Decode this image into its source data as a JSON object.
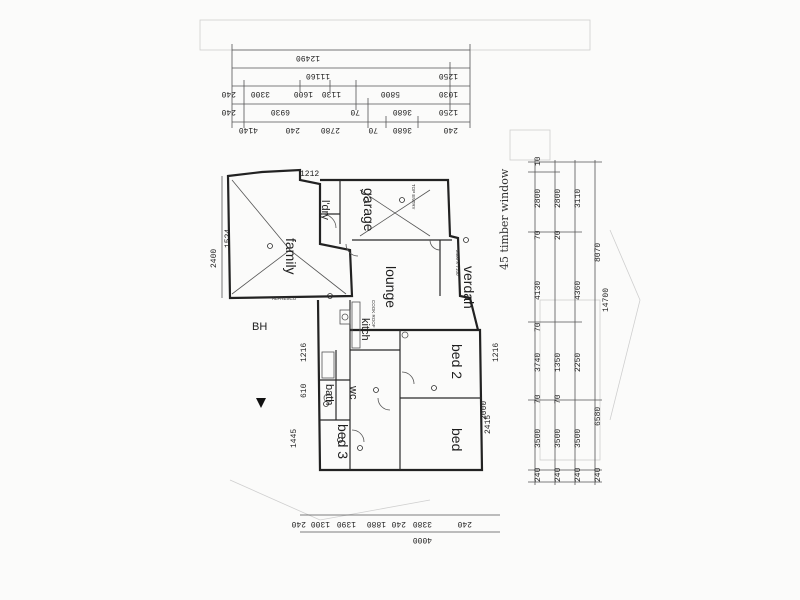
{
  "plan": {
    "rooms": {
      "family": "family",
      "garage": "garage",
      "lounge": "lounge",
      "verandah": "verdah",
      "kitchen": "kitch",
      "bed2": "bed 2",
      "bed3": "bed 3",
      "bed1": "bed",
      "laundry": "l'dry",
      "bath": "bath",
      "wc": "wc"
    },
    "top_dims": {
      "row1": [
        "12490"
      ],
      "row2": [
        "11160",
        "1250"
      ],
      "row3": [
        "240",
        "3300",
        "1600",
        "1130",
        "5800",
        "1030"
      ],
      "row4": [
        "240",
        "6930",
        "70",
        "3680",
        "1250"
      ],
      "row5": [
        "4140",
        "240",
        "2780",
        "70",
        "3680",
        "240"
      ]
    },
    "right_dims": {
      "col1": [
        "10",
        "2800",
        "70",
        "4130",
        "70",
        "3740",
        "70",
        "3500",
        "240"
      ],
      "col2": [
        "2800",
        "20",
        "1350",
        "70",
        "3500",
        "240"
      ],
      "col3": [
        "3110",
        "4360",
        "2250",
        "3500",
        "240"
      ],
      "col4": [
        "8070",
        "6580",
        "240"
      ],
      "total": "14700"
    },
    "bottom_dims": [
      "240",
      "1300",
      "1390",
      "1880",
      "240",
      "3380",
      "240",
      "4000"
    ],
    "side_dims": {
      "left_a": "2400",
      "left_b": "1524",
      "left_c": "610",
      "left_d": "1445",
      "left_e": "1216",
      "right_a": "1212",
      "right_b": "1216",
      "right_c": "2415",
      "right_d": "2000"
    },
    "notes": {
      "garage_note": "TOP ENTRY",
      "verandah_note": "2400 X 7100",
      "lounge_note": "COOK ROOF",
      "alfresco": "ALFRESCO",
      "window_note": "45 timber window",
      "bh_label": "BH"
    }
  }
}
